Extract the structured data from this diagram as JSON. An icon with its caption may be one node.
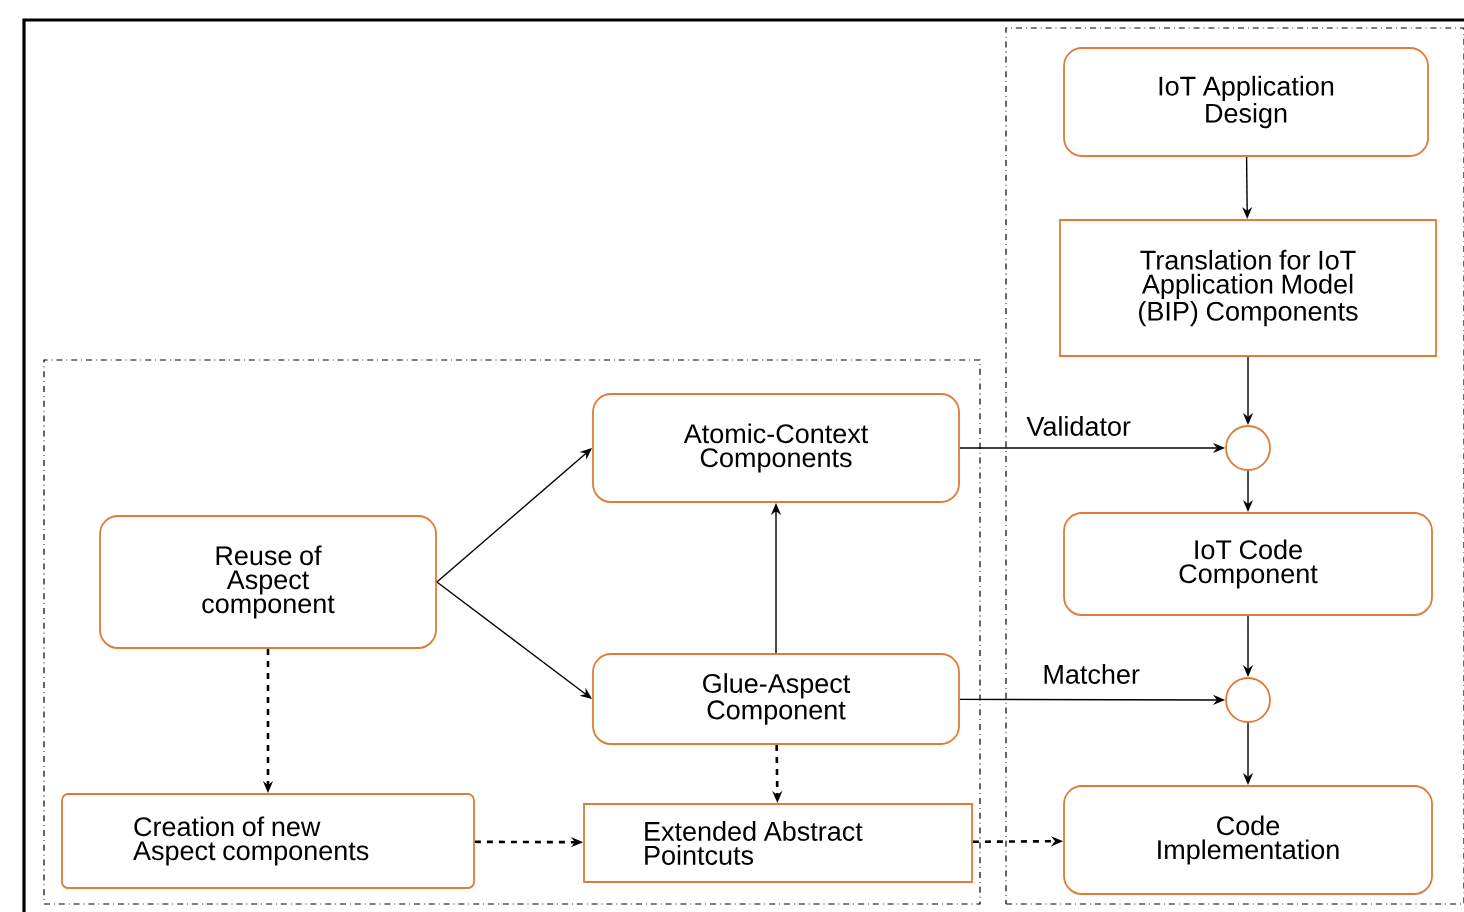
{
  "diagram": {
    "nodes": [
      {
        "text": [],
        "shape": "box"
      },
      {
        "text": [
          "IoT Application Design"
        ],
        "in": 0
      },
      {
        "text": [
          "Translation for IoT Application Model (BIP) Components"
        ],
        "in": 0
      },
      {
        "text": [],
        "shape": "circle",
        "in": 0
      },
      {
        "text": [
          "IoT Code Component"
        ],
        "in": 0
      },
      {
        "text": [],
        "shape": "circle",
        "in": 0
      },
      {
        "text": [
          "Code Implementation"
        ],
        "in": 0
      },
      {
        "text": [],
        "shape": "box"
      },
      {
        "text": [
          "Atomic-Context Components"
        ],
        "in": 7
      },
      {
        "text": [
          "Reuse of Aspect component"
        ],
        "in": 7
      },
      {
        "text": [
          "Glue-Aspect Component"
        ],
        "in": 7
      },
      {
        "text": [
          "Creation of new Aspect components"
        ],
        "in": 7
      },
      {
        "text": [
          "Extended Abstract Pointcuts"
        ],
        "in": 7
      }
    ],
    "edges": [
      {
        "from": 1,
        "to": 2,
        "arrow": "to"
      },
      {
        "from": 2,
        "to": 3,
        "arrow": "to"
      },
      {
        "from": 8,
        "to": 3,
        "arrow": "to",
        "label": "Validator"
      },
      {
        "from": 3,
        "to": 4,
        "arrow": "to"
      },
      {
        "from": 4,
        "to": 5,
        "arrow": "to"
      },
      {
        "from": 10,
        "to": 5,
        "arrow": "to",
        "label": "Matcher"
      },
      {
        "from": 5,
        "to": 6,
        "arrow": "to"
      },
      {
        "from": 9,
        "to": 8,
        "arrow": "to"
      },
      {
        "from": 9,
        "to": 10,
        "arrow": "to"
      },
      {
        "from": 10,
        "to": 8,
        "arrow": "to"
      },
      {
        "from": 9,
        "to": 11,
        "arrow": "to",
        "style": "dashed"
      },
      {
        "from": 10,
        "to": 12,
        "arrow": "to",
        "style": "dashed"
      },
      {
        "from": 11,
        "to": 12,
        "arrow": "to",
        "style": "dashed"
      },
      {
        "from": 12,
        "to": 6,
        "arrow": "to",
        "style": "dashed"
      }
    ]
  }
}
